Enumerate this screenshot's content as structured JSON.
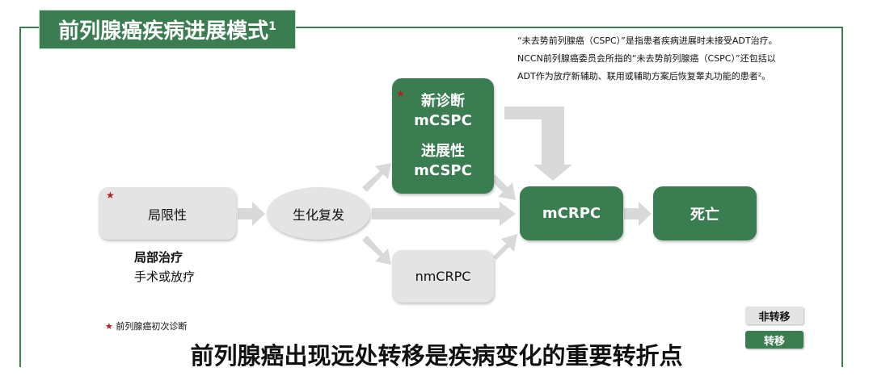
{
  "title": "前列腺癌疾病进展模式",
  "title_sup": "1",
  "note": [
    "“未去势前列腺癌（CSPC）”是指患者疾病进展时未接受ADT治疗。",
    "NCCN前列腺癌委员会所指的“未去势前列腺癌（CSPC）”还包括以",
    "ADT作为放疗新辅助、联用或辅助方案后恢复睾丸功能的患者²。"
  ],
  "nodes": {
    "localized": "局限性",
    "biochem": "生化复发",
    "new_dx": "新诊断",
    "mcspc1": "mCSPC",
    "progressive": "进展性",
    "mcspc2": "mCSPC",
    "nmcrpc": "nmCRPC",
    "mcrpc": "mCRPC",
    "death": "死亡"
  },
  "local_therapy": {
    "title": "局部治疗",
    "detail": "手术或放疗"
  },
  "star_note": "前列腺癌初次诊断",
  "legend": {
    "non_metastatic": "非转移",
    "metastatic": "转移"
  },
  "headline": "前列腺癌出现远处转移是疾病变化的重要转折点",
  "colors": {
    "green": "#3a7d50",
    "gray": "#e4e4e4",
    "arrow": "#d9d9d9",
    "star": "#b22020"
  }
}
